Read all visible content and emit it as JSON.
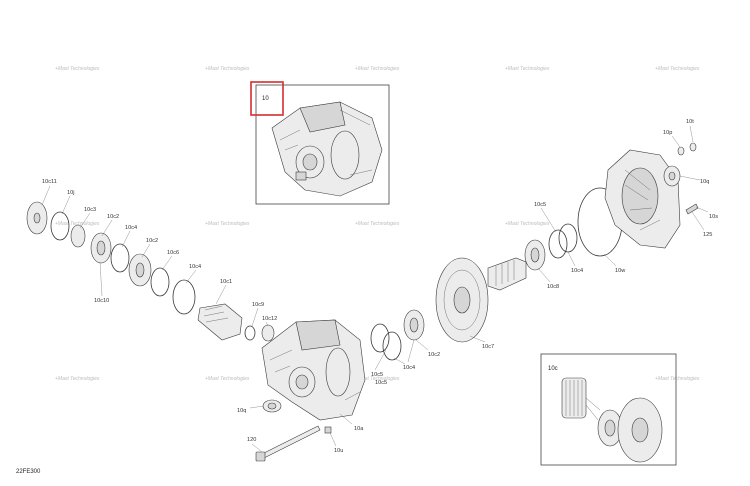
{
  "diagram_code": "22FE300",
  "watermark_text": "+Mast Technologies",
  "highlight_color": "#d32f2f",
  "inset_top_label": "10",
  "inset_bottom_label": "10c",
  "labels": {
    "10c11": "10c11",
    "10j": "10j",
    "10c3": "10c3",
    "10c2_left": "10c2",
    "10c4_left": "10c4",
    "10c2_mid": "10c2",
    "10c6": "10c6",
    "10c10": "10c10",
    "10c1": "10c1",
    "10c9": "10c9",
    "10c12": "10c12",
    "10c4_mid": "10c4",
    "10c5_left": "10c5",
    "10c2_right": "10c2",
    "10c4_low": "10c4",
    "10c5_low": "10c5",
    "10c7": "10c7",
    "10c8": "10c8",
    "10c5_right": "10c5",
    "10c4_right": "10c4",
    "10w": "10w",
    "10t": "10t",
    "10p": "10p",
    "10q_top": "10q",
    "10s": "10s",
    "125": "125",
    "10q_low": "10q",
    "10a": "10a",
    "120": "120",
    "10u": "10u"
  }
}
